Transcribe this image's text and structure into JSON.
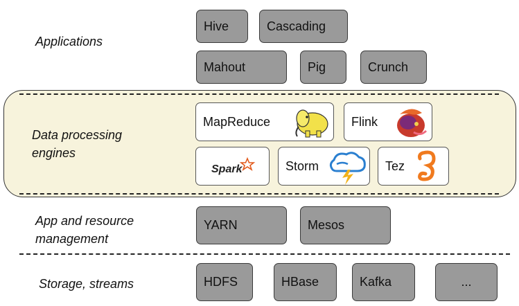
{
  "layers": {
    "applications": {
      "label": "Applications",
      "items": [
        "Hive",
        "Cascading",
        "Mahout",
        "Pig",
        "Crunch"
      ]
    },
    "engines": {
      "label_line1": "Data processing",
      "label_line2": "engines",
      "items": [
        "MapReduce",
        "Flink",
        "Spark",
        "Storm",
        "Tez"
      ]
    },
    "management": {
      "label_line1": "App and resource",
      "label_line2": "management",
      "items": [
        "YARN",
        "Mesos"
      ]
    },
    "storage": {
      "label": "Storage, streams",
      "items": [
        "HDFS",
        "HBase",
        "Kafka",
        "..."
      ]
    }
  },
  "colors": {
    "box_fill": "#9a9a9a",
    "band_fill": "#f7f3dc",
    "hadoop_yellow": "#f2e14a",
    "storm_blue": "#2a7fd0",
    "tez_orange": "#f07a1e",
    "spark_orange": "#e25a1c"
  },
  "icons": {
    "mapreduce": "hadoop-elephant-icon",
    "flink": "flink-squirrel-icon",
    "spark": "spark-star-icon",
    "storm": "storm-cloud-icon",
    "tez": "tez-seahorse-icon"
  }
}
